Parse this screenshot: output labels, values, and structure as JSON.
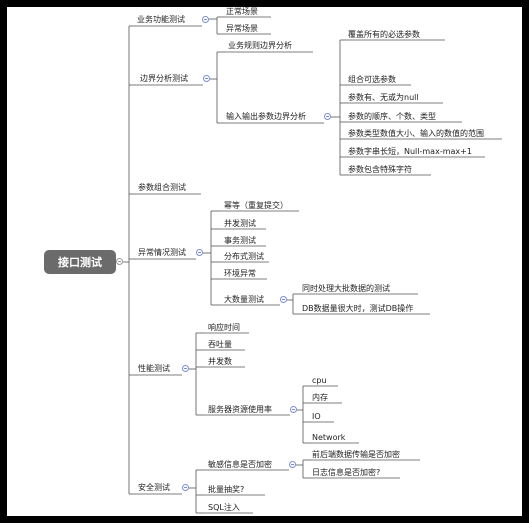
{
  "root": "接口测试",
  "branches": {
    "functional": {
      "label": "业务功能测试",
      "children": [
        "正常场景",
        "异常场景"
      ]
    },
    "boundary": {
      "label": "边界分析测试",
      "rule": "业务规则边界分析",
      "io": {
        "label": "输入输出参数边界分析",
        "children": [
          "覆盖所有的必选参数",
          "组合可选参数",
          "参数有、无或为null",
          "参数的顺序、个数、类型",
          "参数类型数值大小、输入的数值的范围",
          "参数字串长短，Null-max-max+1",
          "参数包含特殊字符"
        ]
      }
    },
    "combination": {
      "label": "参数组合测试"
    },
    "exception": {
      "label": "异常情况测试",
      "children": [
        "幂等（重复提交）",
        "并发测试",
        "事务测试",
        "分布式测试",
        "环境异常"
      ],
      "bulk": {
        "label": "大数量测试",
        "children": [
          "同时处理大批数据的测试",
          "DB数据量很大时，测试DB操作"
        ]
      }
    },
    "performance": {
      "label": "性能测试",
      "children": [
        "响应时间",
        "吞吐量",
        "并发数"
      ],
      "resource": {
        "label": "服务器资源使用率",
        "children": [
          "cpu",
          "内存",
          "IO",
          "Network"
        ]
      }
    },
    "security": {
      "label": "安全测试",
      "sensitive": {
        "label": "敏感信息是否加密",
        "children": [
          "前后端数据传输是否加密",
          "日志信息是否加密?"
        ]
      },
      "children": [
        "批量抽奖?",
        "SQL注入"
      ]
    }
  }
}
